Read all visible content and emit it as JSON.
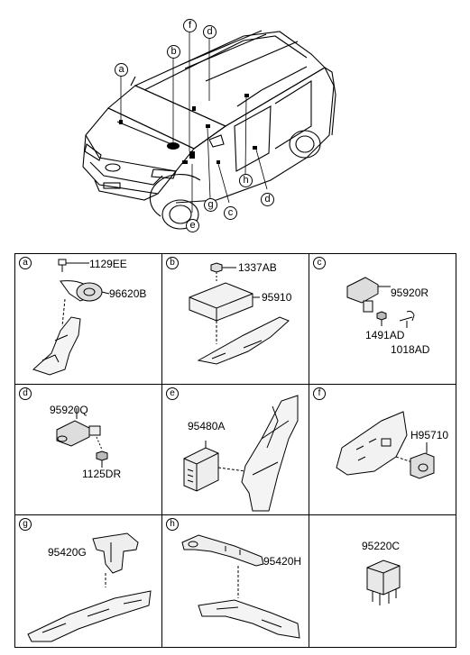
{
  "overview": {
    "callouts": [
      "a",
      "b",
      "f",
      "d",
      "e",
      "g",
      "c",
      "h",
      "d"
    ]
  },
  "cells": [
    {
      "tag": "a",
      "parts": [
        "1129EE",
        "96620B"
      ]
    },
    {
      "tag": "b",
      "parts": [
        "1337AB",
        "95910"
      ]
    },
    {
      "tag": "c",
      "parts": [
        "95920R",
        "1491AD",
        "1018AD"
      ]
    },
    {
      "tag": "d",
      "parts": [
        "95920Q",
        "1125DR"
      ]
    },
    {
      "tag": "e",
      "parts": [
        "95480A"
      ]
    },
    {
      "tag": "f",
      "parts": [
        "H95710"
      ]
    },
    {
      "tag": "g",
      "parts": [
        "95420G"
      ]
    },
    {
      "tag": "h",
      "parts": [
        "95420H"
      ]
    },
    {
      "tag": "",
      "parts": [
        "95220C"
      ]
    }
  ]
}
